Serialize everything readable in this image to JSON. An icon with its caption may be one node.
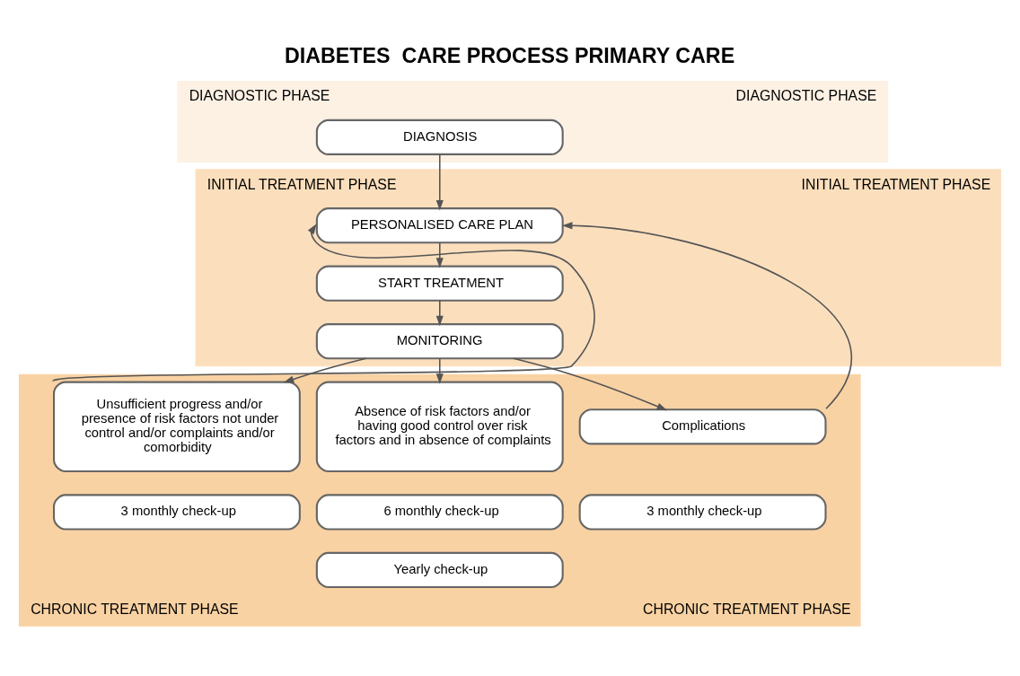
{
  "diagram": {
    "title": "DIABETES  CARE PROCESS PRIMARY CARE",
    "nodes": [
      {
        "text": [
          "DIAGNOSTIC PHASE",
          "DIAGNOSTIC PHASE"
        ]
      },
      {
        "text": [
          "DIAGNOSIS"
        ],
        "in": 0
      },
      {
        "text": [
          "INITIAL TREATMENT PHASE",
          "INITIAL TREATMENT PHASE"
        ]
      },
      {
        "text": [
          "PERSONALISED CARE PLAN"
        ],
        "in": 2
      },
      {
        "text": [
          "START TREATMENT"
        ],
        "in": 2
      },
      {
        "text": [
          "MONITORING"
        ],
        "in": 2
      },
      {
        "text": [
          "CHRONIC TREATMENT PHASE",
          "CHRONIC TREATMENT PHASE"
        ]
      },
      {
        "text": [
          "Unsufficient progress and/or presence of risk factors not under control and/or complaints and/or comorbidity"
        ],
        "in": 6
      },
      {
        "text": [
          "Absence of risk factors and/or having good control over risk factors and in absence of complaints"
        ],
        "in": 6
      },
      {
        "text": [
          "Complications"
        ],
        "in": 6
      },
      {
        "text": [
          "3 monthly check-up"
        ],
        "in": 6
      },
      {
        "text": [
          "6 monthly check-up"
        ],
        "in": 6
      },
      {
        "text": [
          "3 monthly check-up"
        ],
        "in": 6
      },
      {
        "text": [
          "Yearly check-up"
        ],
        "in": 6
      }
    ],
    "edges": [
      {
        "from": 1,
        "to": 3,
        "arrow": "to"
      },
      {
        "from": 3,
        "to": 4,
        "arrow": "to"
      },
      {
        "from": 4,
        "to": 5,
        "arrow": "to"
      },
      {
        "from": 5,
        "to": 7,
        "arrow": "to"
      },
      {
        "from": 5,
        "to": 8,
        "arrow": "to"
      },
      {
        "from": 5,
        "to": 9,
        "arrow": "to"
      },
      {
        "from": 7,
        "to": 3,
        "arrow": "to"
      },
      {
        "from": 9,
        "to": 3,
        "arrow": "to"
      }
    ]
  }
}
